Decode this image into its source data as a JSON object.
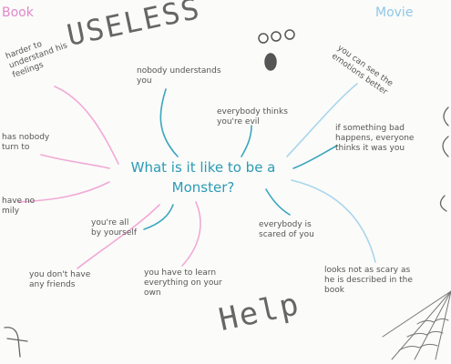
{
  "headers": {
    "book": "Book",
    "movie": "Movie"
  },
  "center": {
    "line1": "What is it like to be a",
    "line2": "Monster?"
  },
  "doodles": {
    "useless": "USELESS",
    "help": "Help"
  },
  "bubbles": {
    "harder": "harder to\nunderstand his\nfeelings",
    "nobody_turn": "has nobody\nturn to",
    "have_no": "have no\nmily",
    "alone": "you're all\nby yourself",
    "no_friends": "you don't have\nany friends",
    "learn": "you have to learn\neverything on your\nown",
    "understands": "nobody understands\nyou",
    "evil": "everybody thinks\nyou're evil",
    "scared": "everybody is\nscared of you",
    "emotions": "you can see the\nemotions better",
    "bad": "if something bad\nhappens, everyone\nthinks it was you",
    "scary": "looks not as scary as\nhe is described in the\nbook"
  },
  "colors": {
    "center": "#2a9bb5",
    "book_branch": "#f2a9d6",
    "movie_branch": "#a9d5ec",
    "teal_branch": "#3aa6bf",
    "text": "#555555"
  }
}
